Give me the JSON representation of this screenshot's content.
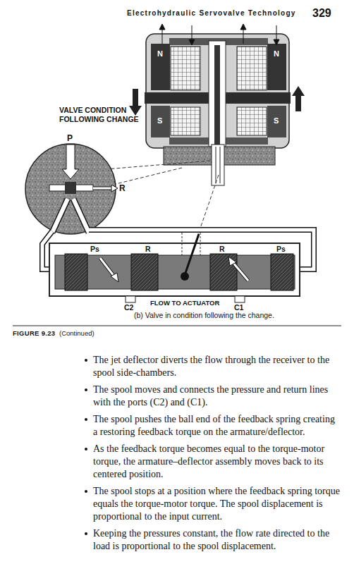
{
  "diagram": {
    "caption": "(b) Valve in condition following the change.",
    "labels": [
      "Electrohydraulic Servovalve Technology",
      "329",
      "VALVE CONDITION FOLLOWING CHANGE",
      "N",
      "N",
      "S",
      "S",
      "P",
      "R",
      "Ps",
      "R",
      "R",
      "Ps",
      "C2",
      "FLOW TO ACTUATOR",
      "C1",
      "FIGURE 9.23",
      "(Continued)",
      "The jet deflector diverts the flow through the receiver to the spool side-chambers.",
      "The spool moves and connects the pressure and return lines with the ports (C2) and (C1).",
      "The spool pushes the ball end of the feedback spring creating a restoring feedback torque on the armature/deflector.",
      "As the feedback torque becomes equal to the torque-motor torque, the armature–deflector assembly moves back to its centered position.",
      "The spool stops at a position where the feedback spring torque equals the torque-motor torque. The spool displacement is proportional to the input current.",
      "Keeping the pressures constant, the flow rate directed to the load is proportional to the spool displacement."
    ]
  }
}
